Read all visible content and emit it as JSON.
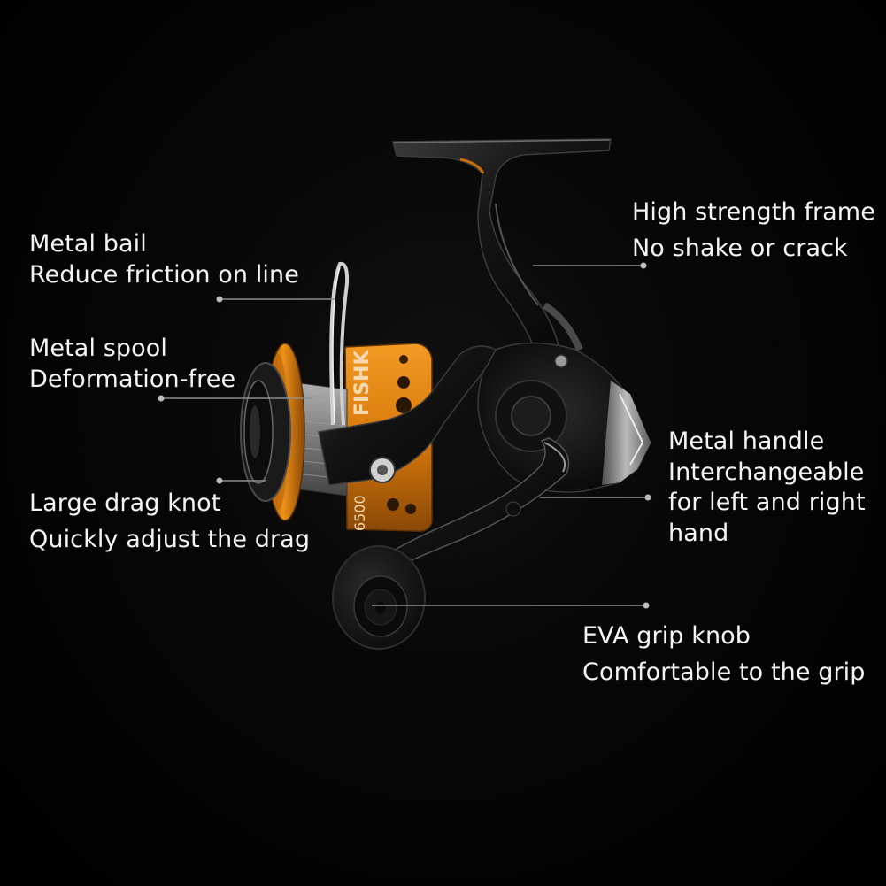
{
  "callouts": {
    "bail": {
      "line1": "Metal bail",
      "line2": "Reduce friction on line"
    },
    "spool": {
      "line1": "Metal spool",
      "line2": "Deformation-free"
    },
    "drag": {
      "line1": "Large drag knot",
      "line2": "Quickly adjust the drag"
    },
    "frame": {
      "line1": "High strength frame",
      "line2": "No shake or crack"
    },
    "handle": {
      "line1": "Metal handle",
      "line2": "Interchangeable",
      "line3": "for left and right",
      "line4": "hand"
    },
    "knob": {
      "line1": "EVA grip knob",
      "line2": "Comfortable to the grip"
    }
  },
  "reel_printing": {
    "brand": "FISHK",
    "model": "6500"
  },
  "colors": {
    "background": "#000000",
    "accent_orange": "#e8860e",
    "body_black": "#1a1a1a",
    "silver": "#b8b8b8",
    "text": "#f4f4f4",
    "leader_line": "#8d8d8d"
  }
}
